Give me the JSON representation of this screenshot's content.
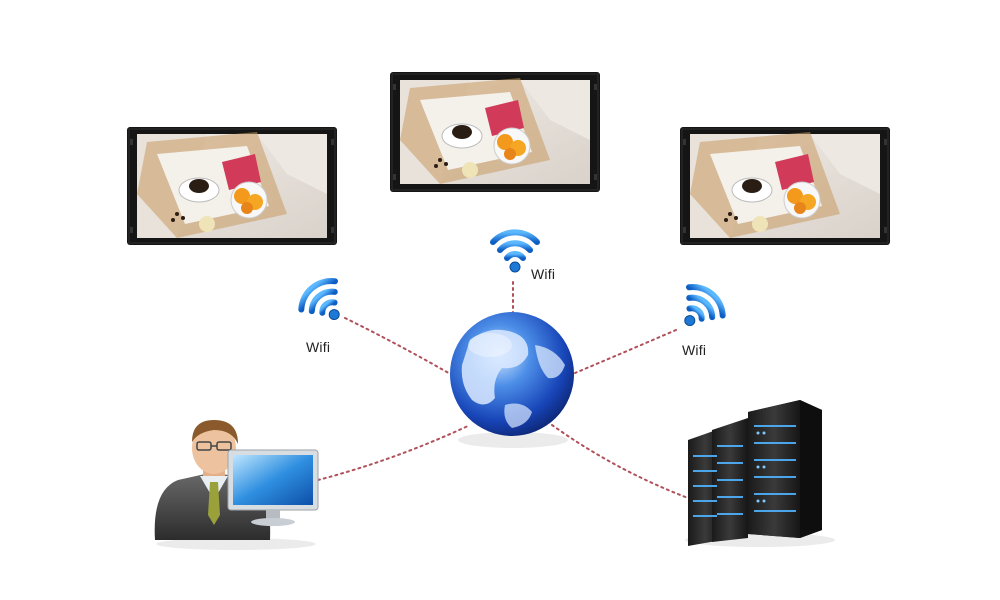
{
  "wifi": {
    "left_label": "Wifi",
    "top_label": "Wifi",
    "right_label": "Wifi"
  },
  "colors": {
    "link_dots": "#b0505a",
    "wifi_blue": "#1e78d6",
    "globe_blue": "#1d55c8",
    "monitor_frame": "#151515"
  },
  "icons": {
    "monitors": "digital-signage-display-icon",
    "wifi": "wifi-signal-icon",
    "hub": "globe-icon",
    "user": "user-at-computer-icon",
    "server": "server-rack-icon"
  }
}
